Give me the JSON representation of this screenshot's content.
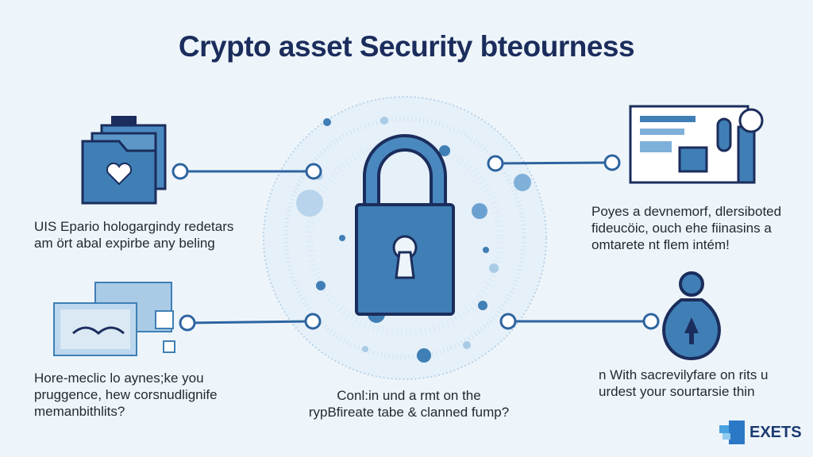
{
  "title": "Crypto asset Security bteourness",
  "sections": {
    "top_left": {
      "lines": [
        "UIS Epario hologargindy redetars",
        "am ört abal expirbe any beling"
      ]
    },
    "top_right": {
      "lines": [
        "Poyes a devnemorf, dlersiboted",
        "fideucöic, ouch ehe fiinasins a",
        "omtarete nt flem intém!"
      ]
    },
    "bottom_left": {
      "lines": [
        "Hore-meclic lo aynes;ke you",
        "pruggence, hew corsnudlignife",
        "memanbithlits?"
      ]
    },
    "bottom_center": {
      "lines": [
        "Conl:in und a rmt on the",
        "rypBfireate tabe & clanned fump?"
      ]
    },
    "bottom_right": {
      "lines": [
        "n With sacrevilyfare on rits u",
        "urdest your sourtarsie thin"
      ]
    }
  },
  "logo": {
    "text": "EXETS"
  },
  "colors": {
    "navy": "#1b2d5c",
    "blue": "#3f7fb5",
    "light_blue": "#a9cbe6",
    "background": "#eef5fa"
  }
}
